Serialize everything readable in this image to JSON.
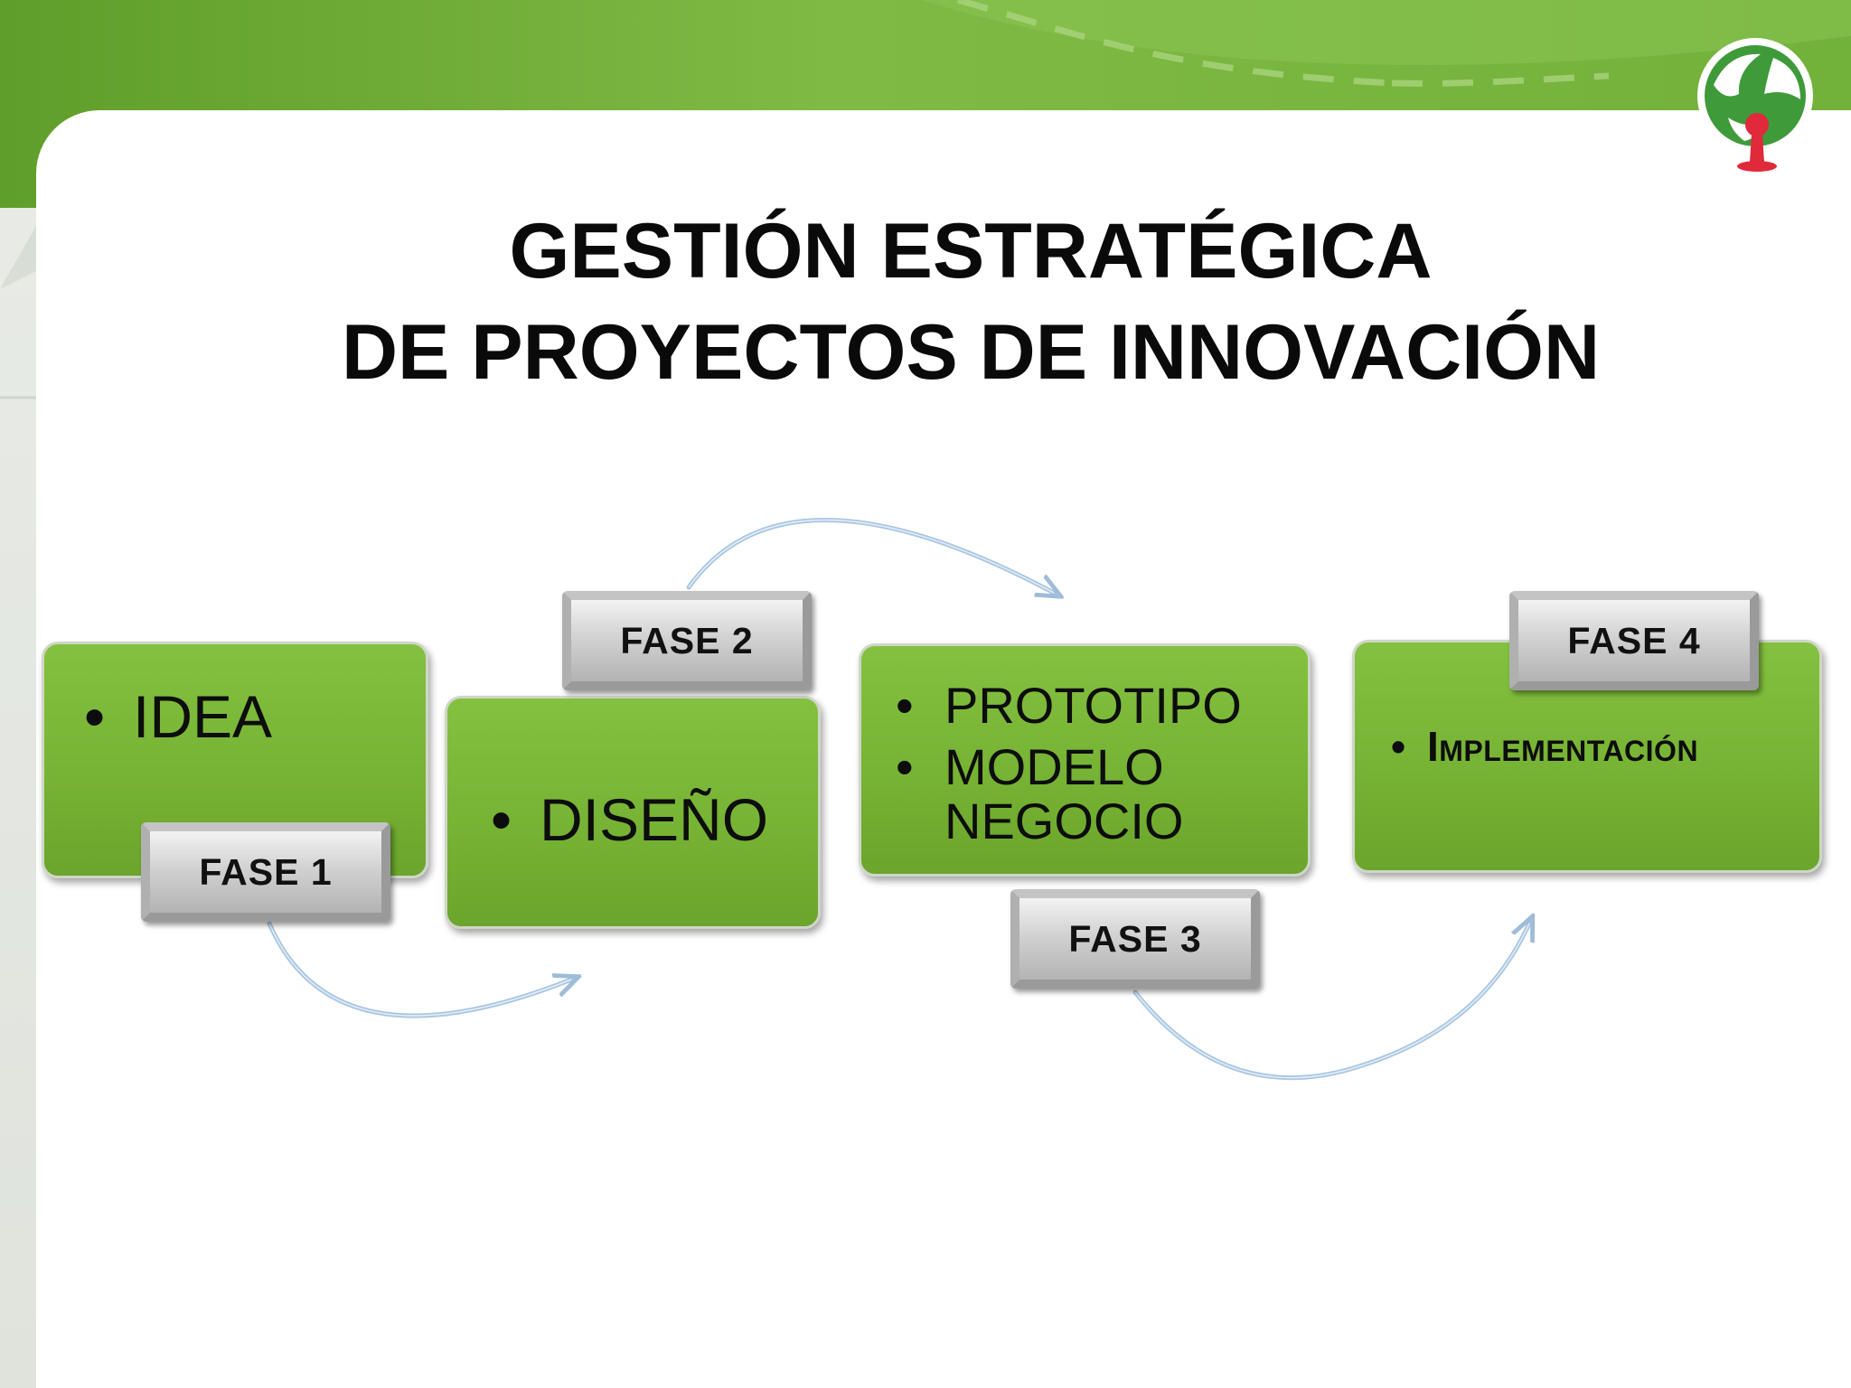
{
  "slide": {
    "title_line1": "GESTIÓN ESTRATÉGICA",
    "title_line2": "DE PROYECTOS DE INNOVACIÓN"
  },
  "phases": [
    {
      "label": "FASE 1",
      "items": [
        "IDEA"
      ]
    },
    {
      "label": "FASE 2",
      "items": [
        "DISEÑO"
      ]
    },
    {
      "label": "FASE 3",
      "items": [
        "PROTOTIPO",
        "MODELO NEGOCIO"
      ]
    },
    {
      "label": "FASE 4",
      "items": [
        "Implementación"
      ]
    }
  ],
  "colors": {
    "header_green": "#7cb83d",
    "box_green": "#77b334",
    "arrow_blue": "#a9c6e2",
    "logo_red": "#e0293a"
  }
}
